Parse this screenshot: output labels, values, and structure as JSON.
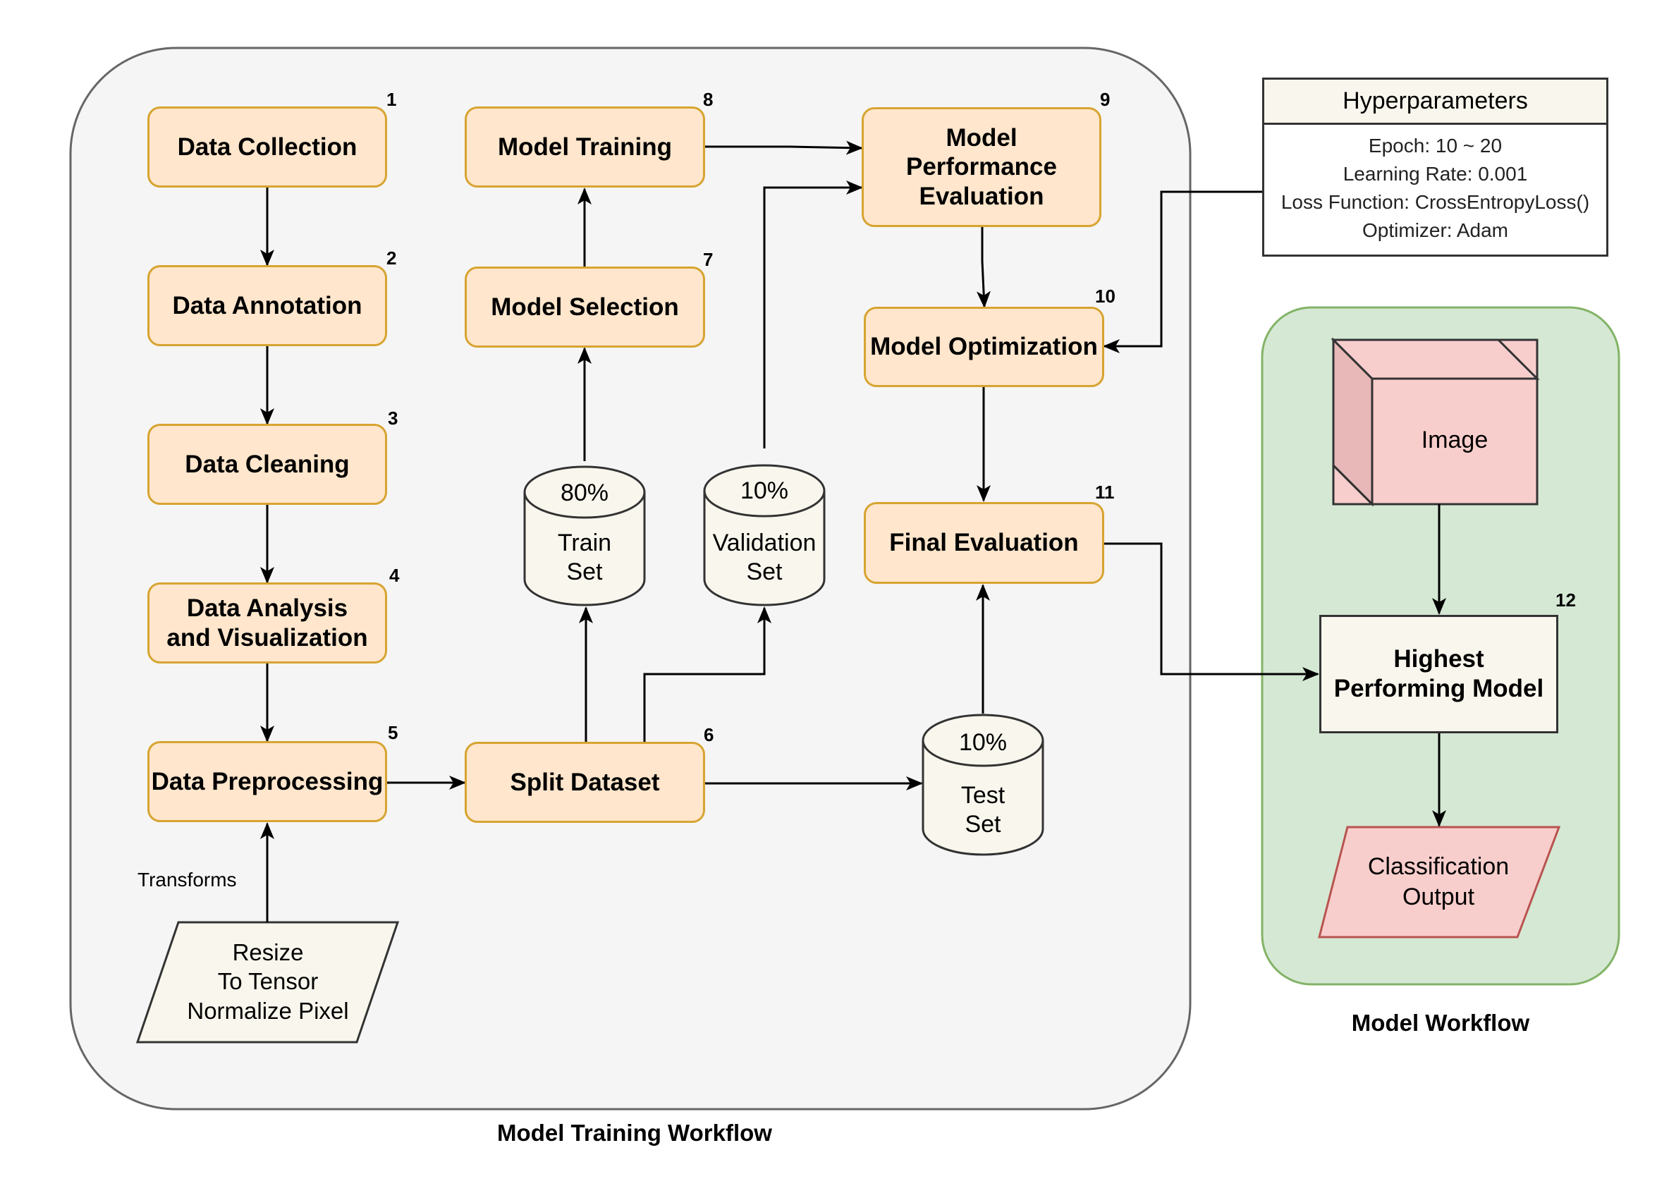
{
  "sections": {
    "training": {
      "caption": "Model Training Workflow"
    },
    "model": {
      "caption": "Model Workflow"
    }
  },
  "steps": [
    {
      "id": 1,
      "number": "1",
      "label": "Data Collection"
    },
    {
      "id": 2,
      "number": "2",
      "label": "Data Annotation"
    },
    {
      "id": 3,
      "number": "3",
      "label": "Data Cleaning"
    },
    {
      "id": 4,
      "number": "4",
      "label": "Data Analysis\nand Visualization"
    },
    {
      "id": 5,
      "number": "5",
      "label": "Data Preprocessing"
    },
    {
      "id": 6,
      "number": "6",
      "label": "Split Dataset"
    },
    {
      "id": 7,
      "number": "7",
      "label": "Model Selection"
    },
    {
      "id": 8,
      "number": "8",
      "label": "Model Training"
    },
    {
      "id": 9,
      "number": "9",
      "label": "Model\nPerformance\nEvaluation"
    },
    {
      "id": 10,
      "number": "10",
      "label": "Model Optimization"
    },
    {
      "id": 11,
      "number": "11",
      "label": "Final Evaluation"
    }
  ],
  "transforms": {
    "label": "Transforms",
    "items": "Resize\nTo Tensor\nNormalize Pixel"
  },
  "datasets": {
    "train": {
      "percent": "80%",
      "label": "Train\nSet"
    },
    "validation": {
      "percent": "10%",
      "label": "Validation\nSet"
    },
    "test": {
      "percent": "10%",
      "label": "Test\nSet"
    }
  },
  "hyperparameters": {
    "title": "Hyperparameters",
    "items": [
      "Epoch: 10 ~ 20",
      "Learning Rate: 0.001",
      "Loss Function: CrossEntropyLoss()",
      "Optimizer: Adam"
    ]
  },
  "model_workflow": {
    "input": "Image",
    "best_model_number": "12",
    "best_model": "Highest\nPerforming Model",
    "output": "Classification\nOutput"
  },
  "colors": {
    "step_fill": "#ffe6cc",
    "step_border": "#d7a431",
    "training_bg": "#f5f5f5",
    "model_bg": "#d5e8d4",
    "model_border": "#82b366",
    "cream": "#f9f7ed",
    "pink": "#f8cecc",
    "pink_border": "#b85450"
  }
}
